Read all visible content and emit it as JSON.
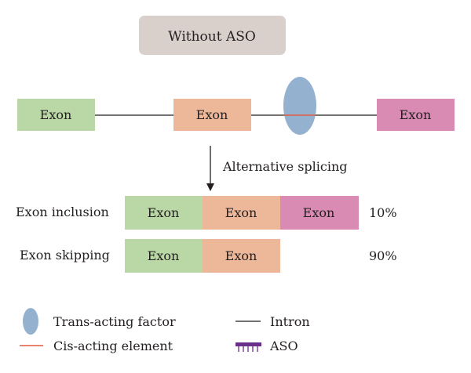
{
  "title": "Without ASO",
  "colors": {
    "exon_green": "#b9d8a6",
    "exon_orange": "#edb89a",
    "exon_pink": "#d98bb4",
    "trans_factor": "#94b1d0",
    "cis_element": "#e05a3c",
    "intron_line": "#231f20",
    "aso": "#6a2f8a",
    "title_box": "#d9d0cb"
  },
  "pre_mrna": {
    "exons": [
      {
        "label": "Exon",
        "color": "green"
      },
      {
        "label": "Exon",
        "color": "orange"
      },
      {
        "label": "Exon",
        "color": "pink"
      }
    ]
  },
  "arrow_label": "Alternative splicing",
  "isoforms": [
    {
      "label": "Exon inclusion",
      "exons": [
        "Exon",
        "Exon",
        "Exon"
      ],
      "percent": "10%"
    },
    {
      "label": "Exon skipping",
      "exons": [
        "Exon",
        "Exon"
      ],
      "percent": "90%"
    }
  ],
  "legend": {
    "trans_acting_factor": "Trans-acting factor",
    "cis_acting_element": "Cis-acting element",
    "intron": "Intron",
    "aso": "ASO"
  }
}
